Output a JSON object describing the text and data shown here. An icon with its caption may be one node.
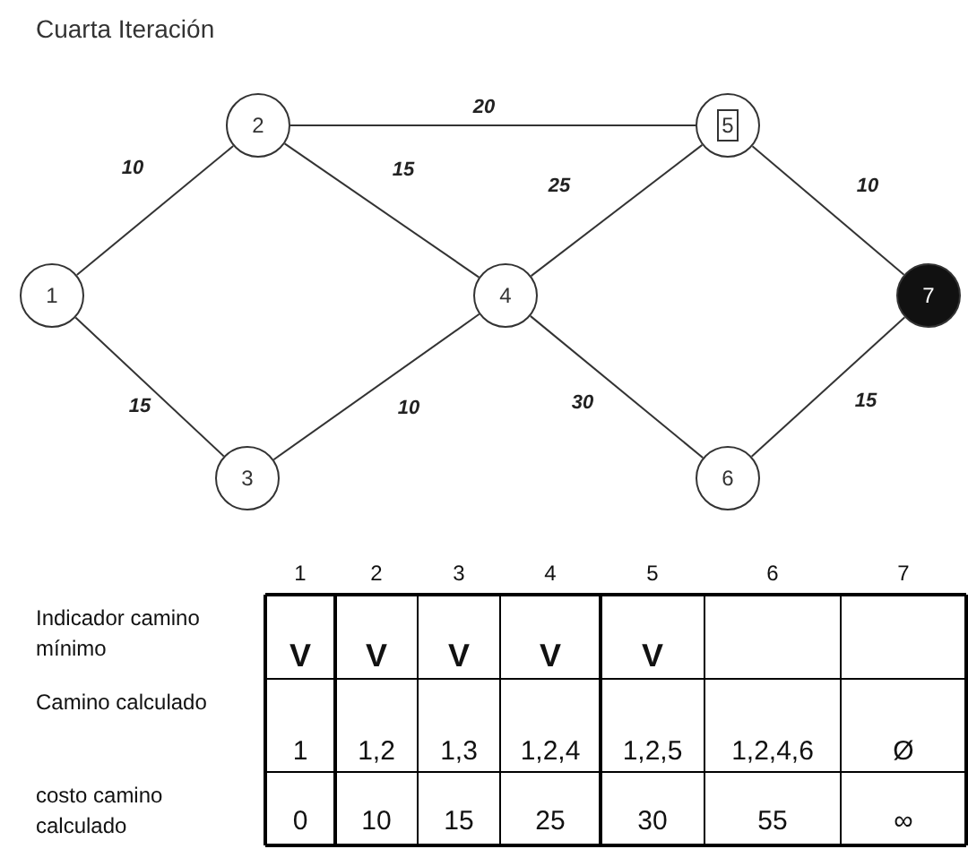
{
  "diagram": {
    "title": "Cuarta Iteración",
    "nodes": [
      {
        "text": [
          "1"
        ]
      },
      {
        "text": [
          "2"
        ]
      },
      {
        "text": [
          "3"
        ]
      },
      {
        "text": [
          "4"
        ]
      },
      {
        "text": [
          "5"
        ]
      },
      {
        "text": [
          "6"
        ]
      },
      {
        "text": [
          "7"
        ]
      }
    ],
    "edges": [
      {
        "from": 0,
        "to": 1,
        "arrow": "none",
        "label": "10"
      },
      {
        "from": 1,
        "to": 4,
        "arrow": "none",
        "label": "20"
      },
      {
        "from": 1,
        "to": 3,
        "arrow": "none",
        "label": "15"
      },
      {
        "from": 3,
        "to": 4,
        "arrow": "none",
        "label": "25"
      },
      {
        "from": 4,
        "to": 6,
        "arrow": "none",
        "label": "10"
      },
      {
        "from": 0,
        "to": 2,
        "arrow": "none",
        "label": "15"
      },
      {
        "from": 2,
        "to": 3,
        "arrow": "none",
        "label": "10"
      },
      {
        "from": 3,
        "to": 5,
        "arrow": "none",
        "label": "30"
      },
      {
        "from": 5,
        "to": 6,
        "arrow": "none",
        "label": "15"
      }
    ],
    "labels": [
      "1",
      "2",
      "3",
      "4",
      "5",
      "6",
      "7",
      "Indicador camino mínimo",
      "V",
      "V",
      "V",
      "V",
      "V",
      "Camino calculado",
      "1",
      "1,2",
      "1,3",
      "1,2,4",
      "1,2,5",
      "1,2,4,6",
      "Ø",
      "costo camino calculado",
      "0",
      "10",
      "15",
      "25",
      "30",
      "55",
      "∞"
    ]
  }
}
